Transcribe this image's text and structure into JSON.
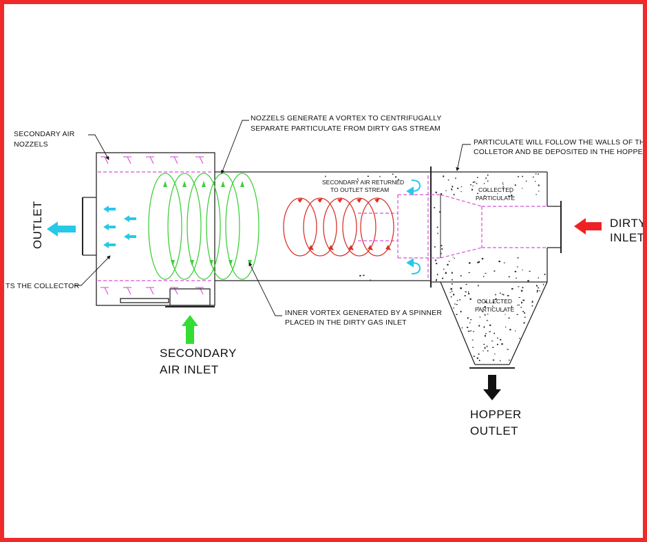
{
  "labels": {
    "secondary_air_nozzels": [
      "SECONDARY AIR",
      "NOZZELS"
    ],
    "nozzels_vortex": [
      "NOZZELS GENERATE A VORTEX TO CENTRIFUGALLY",
      "SEPARATE PARTICULATE FROM DIRTY GAS STREAM"
    ],
    "particulate_walls": [
      "PARTICULATE WILL FOLLOW THE WALLS OF THE",
      "COLLETOR AND BE DEPOSITED IN THE HOPPER"
    ],
    "secondary_air_returned": [
      "SECONDARY AIR RETURNED",
      "TO OUTLET STREAM"
    ],
    "collected_particulate_top": [
      "COLLECTED",
      "PARTICULATE"
    ],
    "collected_particulate_hopper": [
      "COLLECTED",
      "PARTICULATE"
    ],
    "exits_collector": "TS THE COLLECTOR",
    "inner_vortex": [
      "INNER VORTEX GENERATED BY A SPINNER",
      "PLACED IN THE DIRTY GAS INLET"
    ],
    "outlet": "OUTLET",
    "dirty_inlet": [
      "DIRTY",
      "INLET"
    ],
    "secondary_air_inlet": [
      "SECONDARY",
      "AIR INLET"
    ],
    "hopper_outlet": [
      "HOPPER",
      "OUTLET"
    ]
  },
  "colors": {
    "frame": "#ee2a2a",
    "green_vortex": "#3fcf3a",
    "red_vortex": "#d8332b",
    "cyan_arrows": "#28c8e8",
    "magenta_dashed": "#d64fd6",
    "dirty_inlet_arrow": "#ee2222",
    "secondary_inlet_arrow": "#33dd33"
  },
  "icons": {
    "outlet_arrow": "cyan-left-arrow",
    "dirty_inlet_arrow": "red-left-arrow",
    "secondary_air_arrow": "green-up-arrow",
    "hopper_arrow": "black-down-arrow"
  }
}
